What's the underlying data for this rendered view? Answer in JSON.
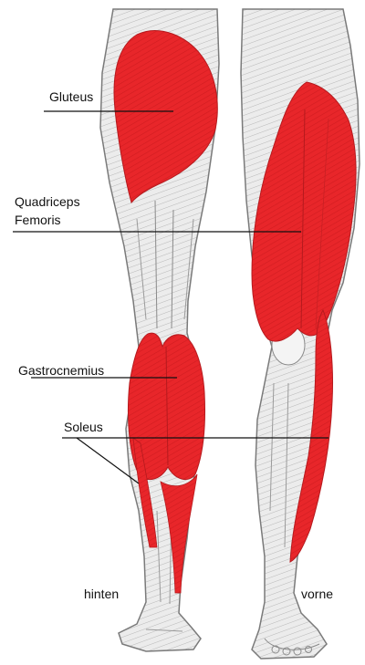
{
  "labels": {
    "gluteus": "Gluteus",
    "quadriceps_line1": "Quadriceps",
    "quadriceps_line2": "Femoris",
    "gastrocnemius": "Gastrocnemius",
    "soleus": "Soleus",
    "back_view": "hinten",
    "front_view": "vorne"
  },
  "colors": {
    "muscle_highlight": "#e8262a",
    "muscle_highlight_dark": "#c81a1e",
    "leg_fill": "#e9e9e9",
    "leg_stroke": "#8a8a8a",
    "pointer_line": "#111111"
  }
}
